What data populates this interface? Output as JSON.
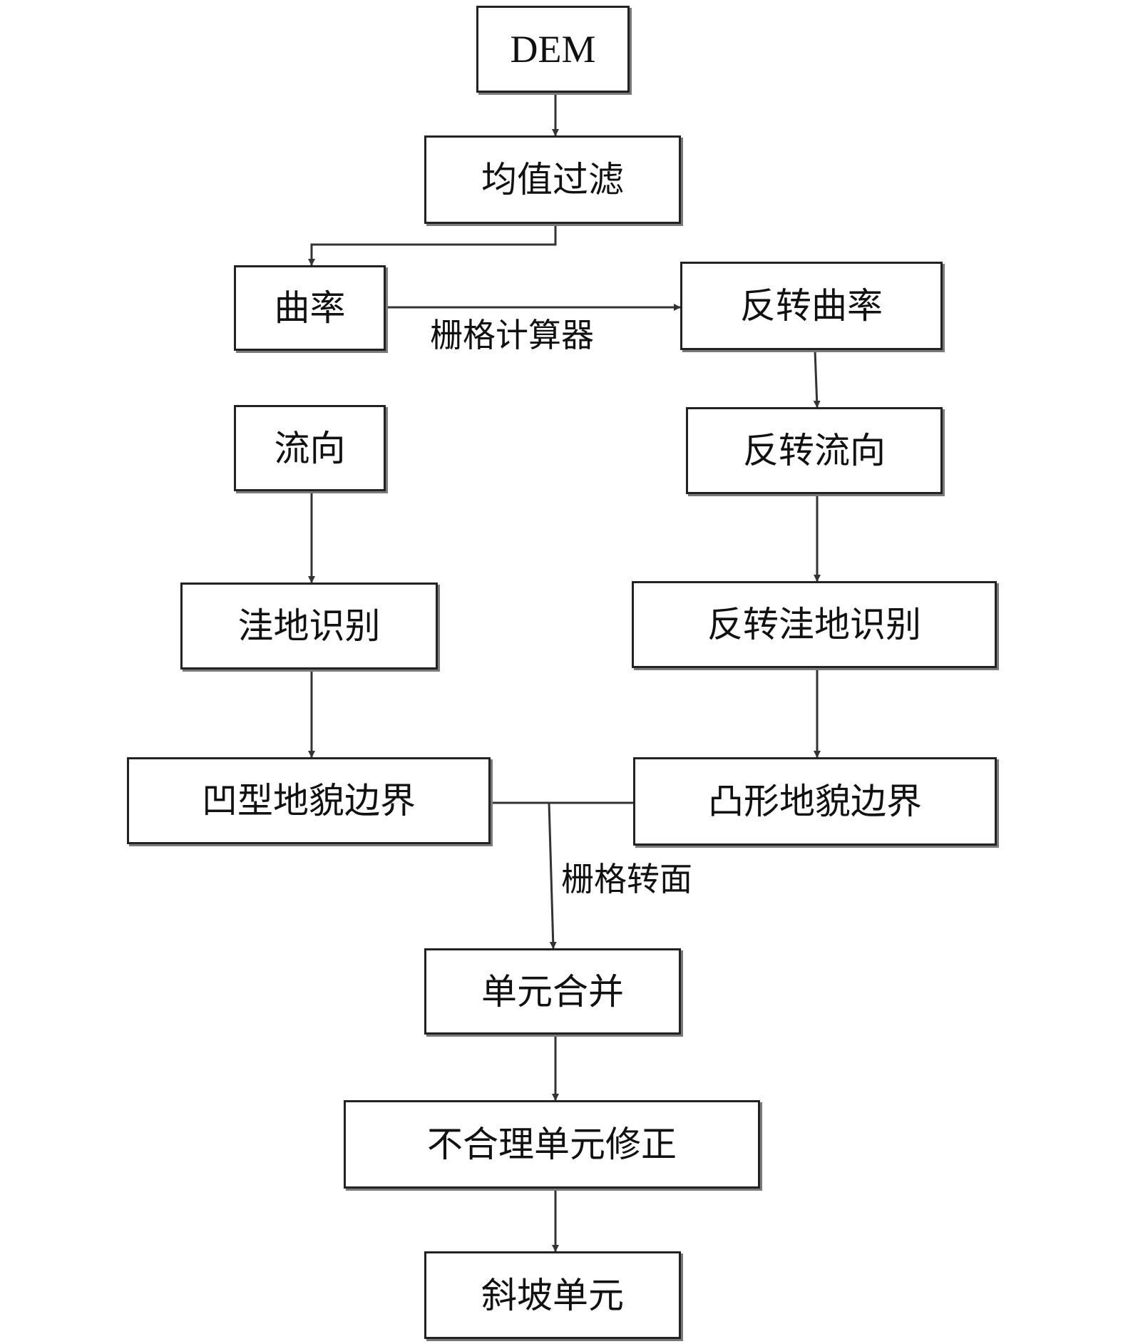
{
  "nodes": {
    "dem": "DEM",
    "mean_filter": "均值过滤",
    "curvature": "曲率",
    "inverted_curvature": "反转曲率",
    "flow_direction": "流向",
    "inverted_flow_direction": "反转流向",
    "depression_identification": "洼地识别",
    "inverted_depression_identification": "反转洼地识别",
    "concave_landform_boundary": "凹型地貌边界",
    "convex_landform_boundary": "凸形地貌边界",
    "unit_merge": "单元合并",
    "unreasonable_unit_correction": "不合理单元修正",
    "slope_unit": "斜坡单元"
  },
  "edge_labels": {
    "raster_calculator": "栅格计算器",
    "raster_to_polygon": "栅格转面"
  },
  "colors": {
    "line": "#333333",
    "border": "#222222",
    "shadow": "#7a7a7a"
  }
}
